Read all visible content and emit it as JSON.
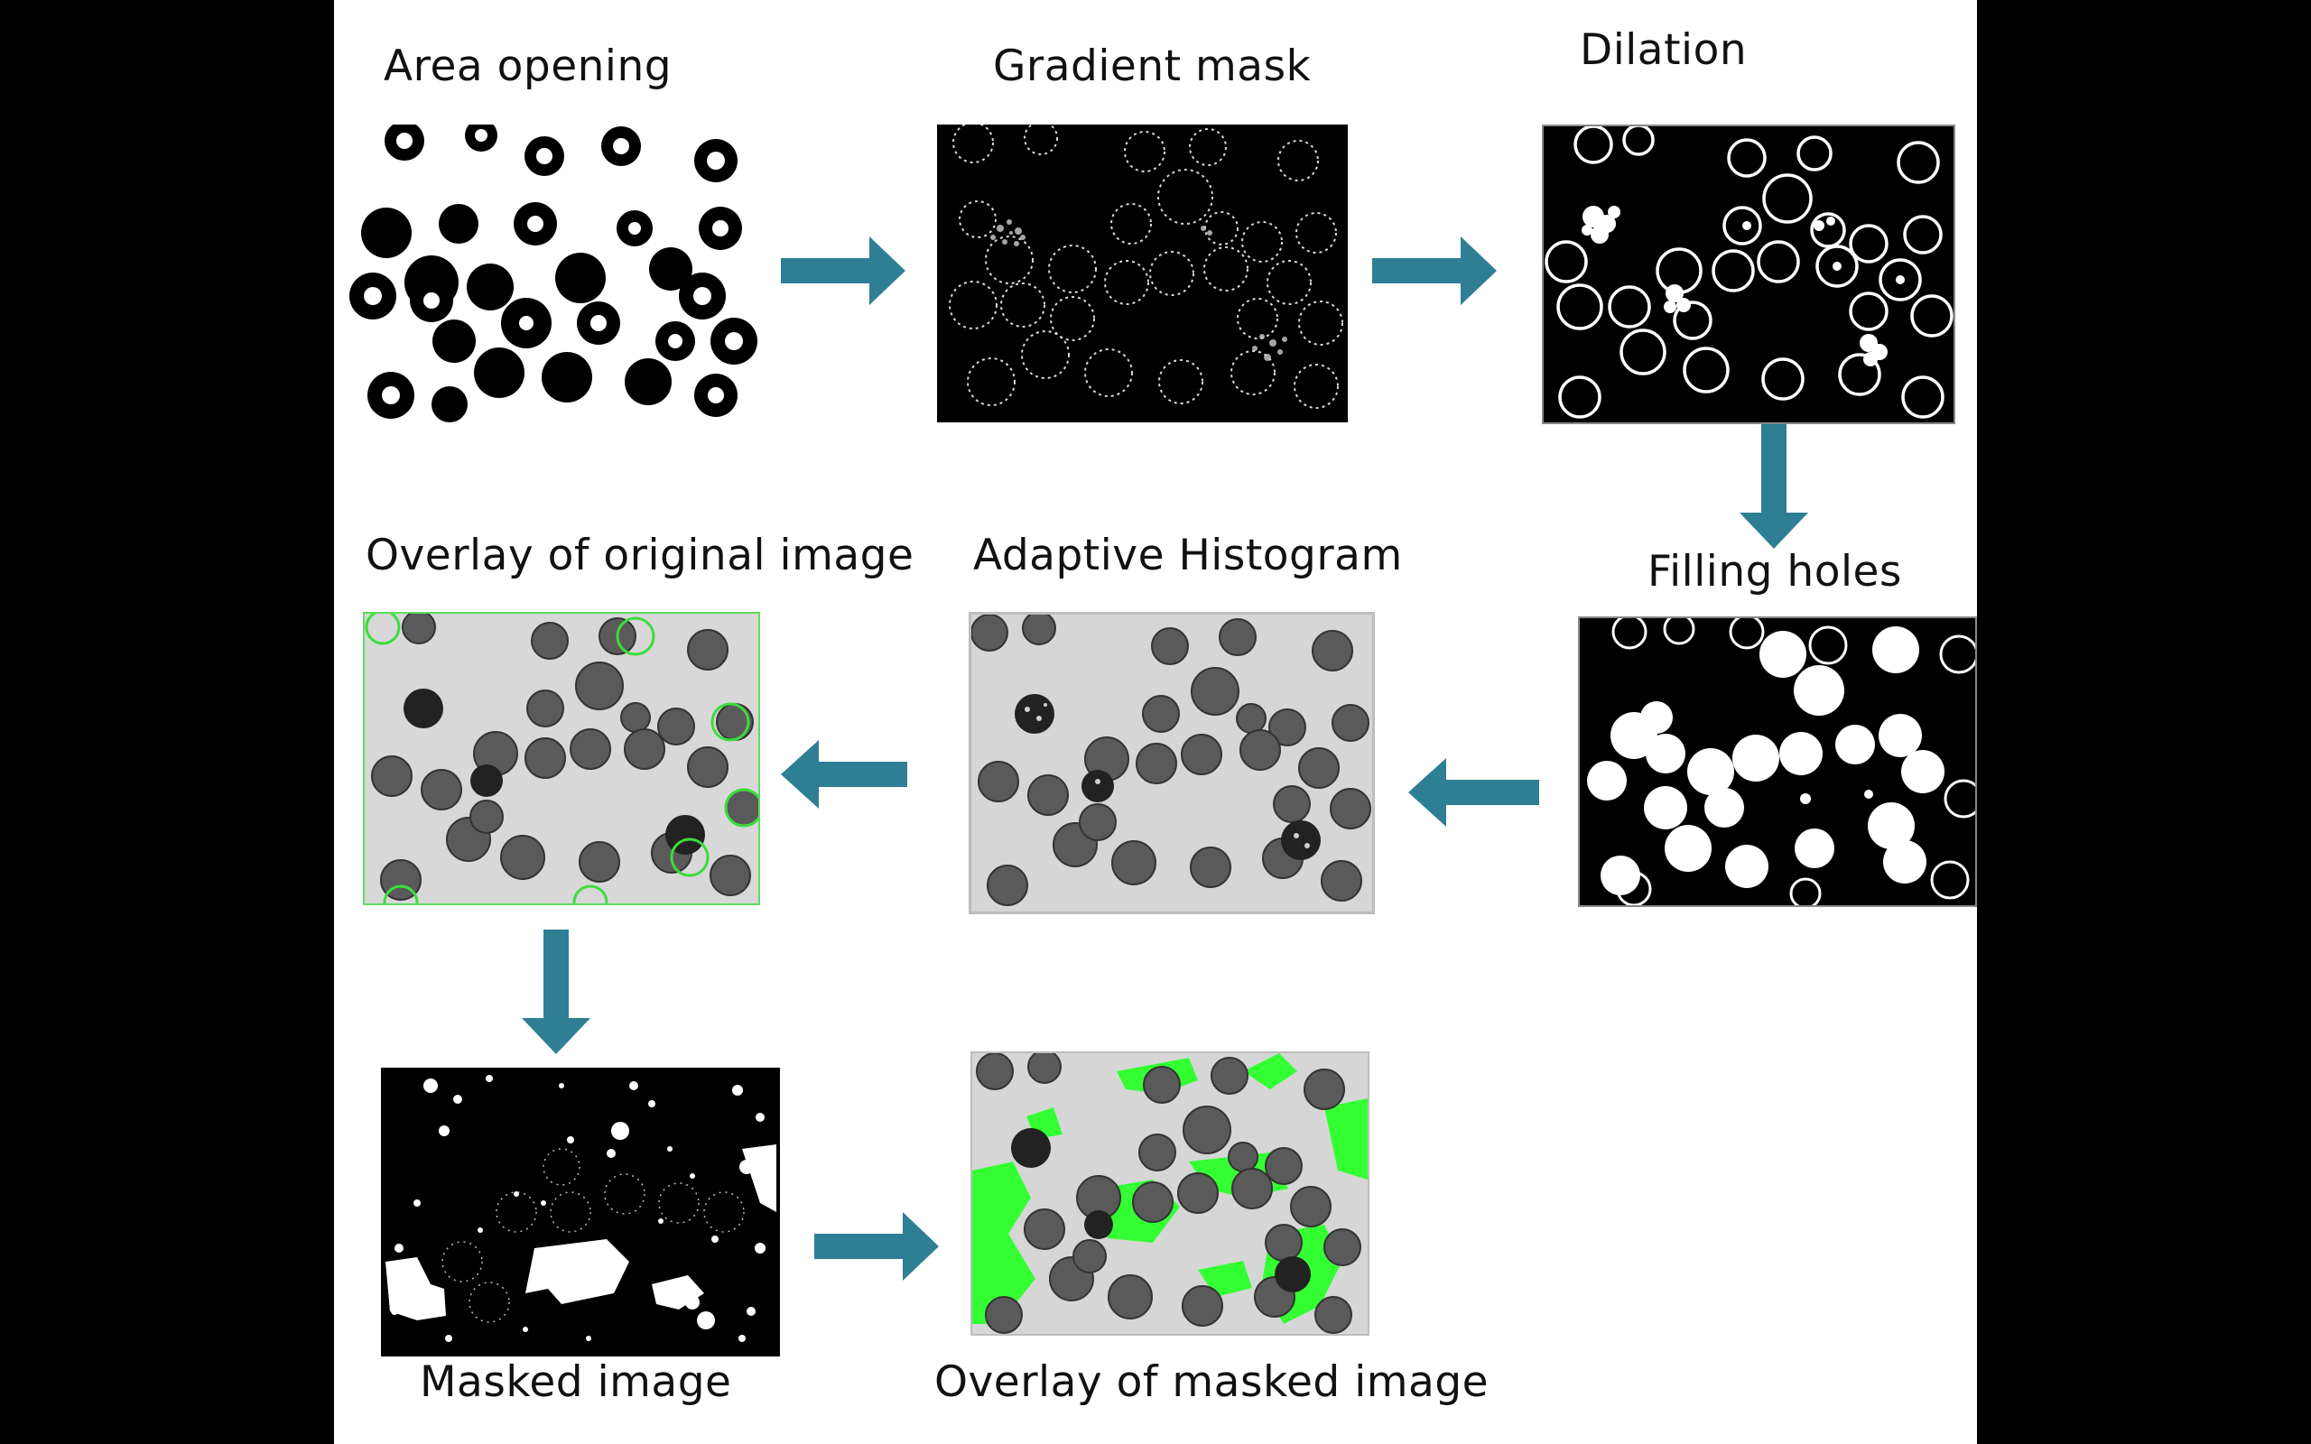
{
  "labels": {
    "area_opening": "Area opening",
    "gradient_mask": "Gradient mask",
    "dilation": "Dilation",
    "filling_holes": "Filling holes",
    "adaptive_histogram": "Adaptive Histogram",
    "overlay_original": "Overlay of original image",
    "masked_image": "Masked image",
    "overlay_masked": "Overlay of masked image"
  },
  "colors": {
    "arrow": "#2e7f93",
    "overlay_green": "#33ff33",
    "panel_bg": "#ffffff"
  }
}
